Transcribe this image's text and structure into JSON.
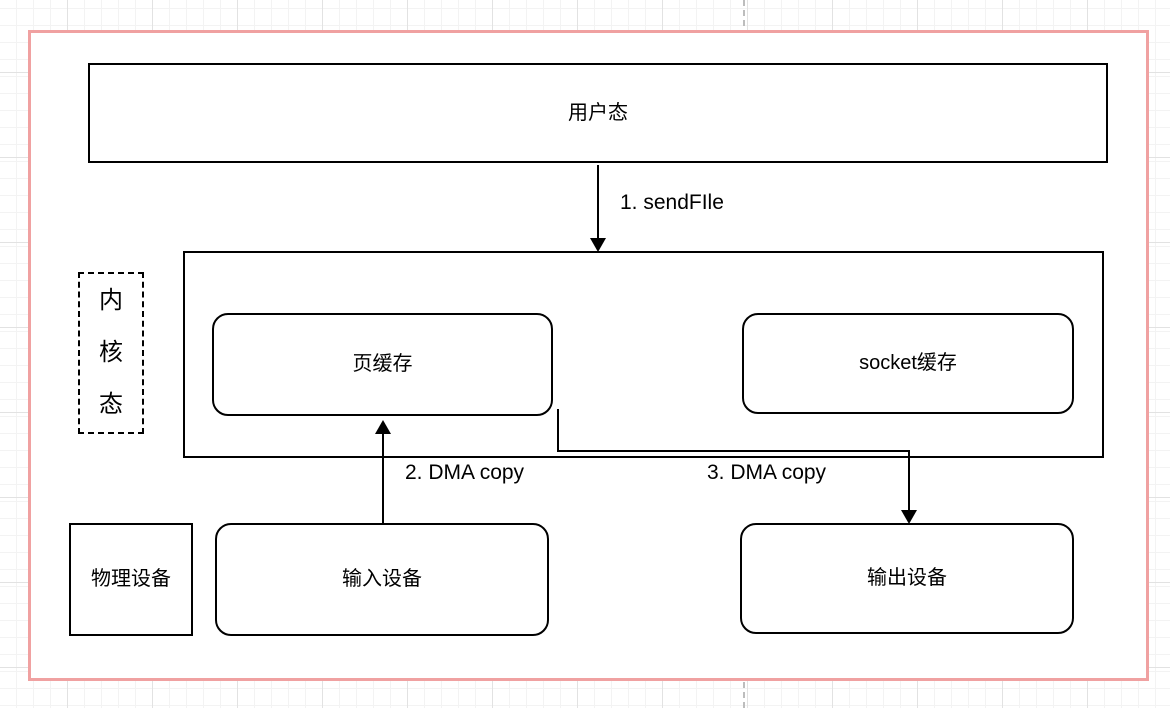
{
  "canvas": {
    "page_border_color": "#f0a1a1",
    "shape_border_color": "#000000",
    "background_color": "#ffffff",
    "grid_minor_color": "#f3f3f3",
    "grid_major_color": "#e2e2e2"
  },
  "nodes": {
    "user_mode": {
      "label": "用户态"
    },
    "kernel_mode": {
      "label": "内核态"
    },
    "page_cache": {
      "label": "页缓存"
    },
    "socket_cache": {
      "label": "socket缓存"
    },
    "physical_device": {
      "label": "物理设备"
    },
    "input_device": {
      "label": "输入设备"
    },
    "output_device": {
      "label": "输出设备"
    }
  },
  "edges": {
    "step1": {
      "label": "1. sendFIle"
    },
    "step2": {
      "label": "2. DMA copy"
    },
    "step3": {
      "label": "3. DMA copy"
    }
  }
}
